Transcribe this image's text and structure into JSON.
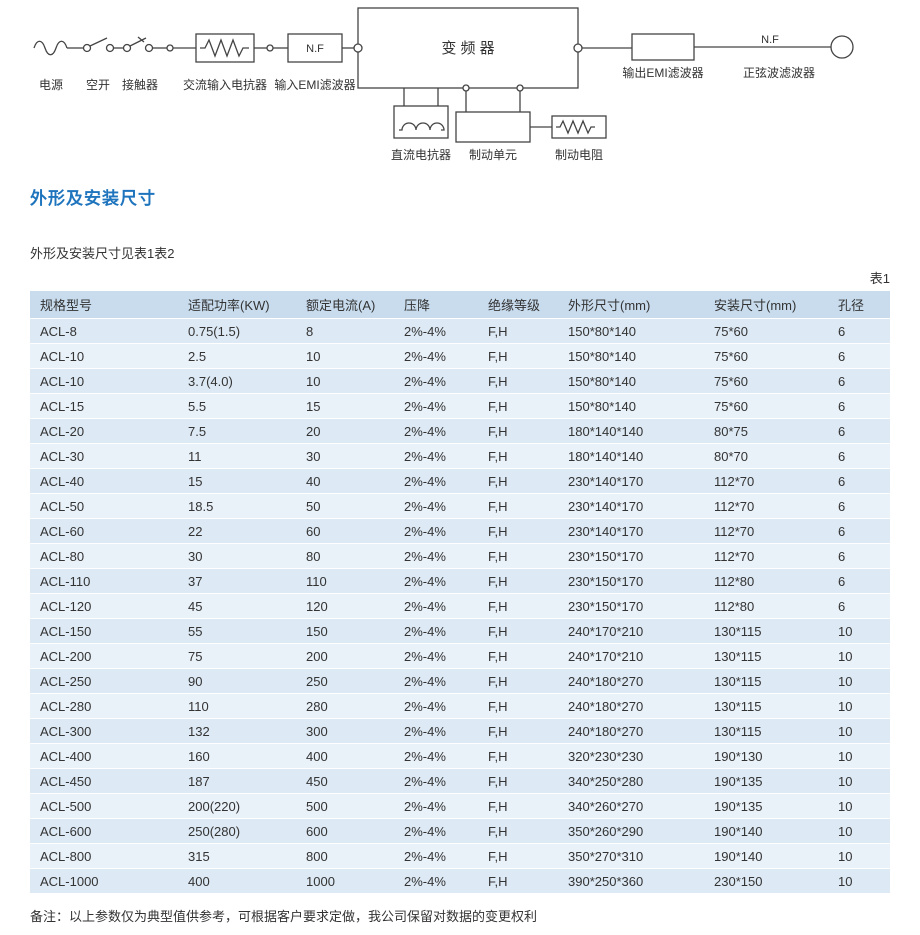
{
  "diagram": {
    "labels": {
      "power": "电源",
      "breaker": "空开",
      "contactor": "接触器",
      "ac_reactor": "交流输入电抗器",
      "input_emi": "输入EMI滤波器",
      "inverter": "变 频 器",
      "output_emi": "输出EMI滤波器",
      "sine_filter": "正弦波滤波器",
      "dc_reactor": "直流电抗器",
      "brake_unit": "制动单元",
      "brake_resistor": "制动电阻",
      "nf_input": "N.F",
      "nf_output": "N.F"
    }
  },
  "section": {
    "title": "外形及安装尺寸",
    "subtitle": "外形及安装尺寸见表1表2",
    "table_label": "表1"
  },
  "table": {
    "headers": [
      "规格型号",
      "适配功率(KW)",
      "额定电流(A)",
      "压降",
      "绝缘等级",
      "外形尺寸(mm)",
      "安装尺寸(mm)",
      "孔径"
    ],
    "rows": [
      [
        "ACL-8",
        "0.75(1.5)",
        "8",
        "2%-4%",
        "F,H",
        "150*80*140",
        "75*60",
        "6"
      ],
      [
        "ACL-10",
        "2.5",
        "10",
        "2%-4%",
        "F,H",
        "150*80*140",
        "75*60",
        "6"
      ],
      [
        "ACL-10",
        "3.7(4.0)",
        "10",
        "2%-4%",
        "F,H",
        "150*80*140",
        "75*60",
        "6"
      ],
      [
        "ACL-15",
        "5.5",
        "15",
        "2%-4%",
        "F,H",
        "150*80*140",
        "75*60",
        "6"
      ],
      [
        "ACL-20",
        "7.5",
        "20",
        "2%-4%",
        "F,H",
        "180*140*140",
        "80*75",
        "6"
      ],
      [
        "ACL-30",
        "11",
        "30",
        "2%-4%",
        "F,H",
        "180*140*140",
        "80*70",
        "6"
      ],
      [
        "ACL-40",
        "15",
        "40",
        "2%-4%",
        "F,H",
        "230*140*170",
        "112*70",
        "6"
      ],
      [
        "ACL-50",
        "18.5",
        "50",
        "2%-4%",
        "F,H",
        "230*140*170",
        "112*70",
        "6"
      ],
      [
        "ACL-60",
        "22",
        "60",
        "2%-4%",
        "F,H",
        "230*140*170",
        "112*70",
        "6"
      ],
      [
        "ACL-80",
        "30",
        "80",
        "2%-4%",
        "F,H",
        "230*150*170",
        "112*70",
        "6"
      ],
      [
        "ACL-110",
        "37",
        "110",
        "2%-4%",
        "F,H",
        "230*150*170",
        "112*80",
        "6"
      ],
      [
        "ACL-120",
        "45",
        "120",
        "2%-4%",
        "F,H",
        "230*150*170",
        "112*80",
        "6"
      ],
      [
        "ACL-150",
        "55",
        "150",
        "2%-4%",
        "F,H",
        "240*170*210",
        "130*115",
        "10"
      ],
      [
        "ACL-200",
        "75",
        "200",
        "2%-4%",
        "F,H",
        "240*170*210",
        "130*115",
        "10"
      ],
      [
        "ACL-250",
        "90",
        "250",
        "2%-4%",
        "F,H",
        "240*180*270",
        "130*115",
        "10"
      ],
      [
        "ACL-280",
        "110",
        "280",
        "2%-4%",
        "F,H",
        "240*180*270",
        "130*115",
        "10"
      ],
      [
        "ACL-300",
        "132",
        "300",
        "2%-4%",
        "F,H",
        "240*180*270",
        "130*115",
        "10"
      ],
      [
        "ACL-400",
        "160",
        "400",
        "2%-4%",
        "F,H",
        "320*230*230",
        "190*130",
        "10"
      ],
      [
        "ACL-450",
        "187",
        "450",
        "2%-4%",
        "F,H",
        "340*250*280",
        "190*135",
        "10"
      ],
      [
        "ACL-500",
        "200(220)",
        "500",
        "2%-4%",
        "F,H",
        "340*260*270",
        "190*135",
        "10"
      ],
      [
        "ACL-600",
        "250(280)",
        "600",
        "2%-4%",
        "F,H",
        "350*260*290",
        "190*140",
        "10"
      ],
      [
        "ACL-800",
        "315",
        "800",
        "2%-4%",
        "F,H",
        "350*270*310",
        "190*140",
        "10"
      ],
      [
        "ACL-1000",
        "400",
        "1000",
        "2%-4%",
        "F,H",
        "390*250*360",
        "230*150",
        "10"
      ]
    ]
  },
  "note": "备注：以上参数仅为典型值供参考，可根据客户要求定做，我公司保留对数据的变更权利"
}
